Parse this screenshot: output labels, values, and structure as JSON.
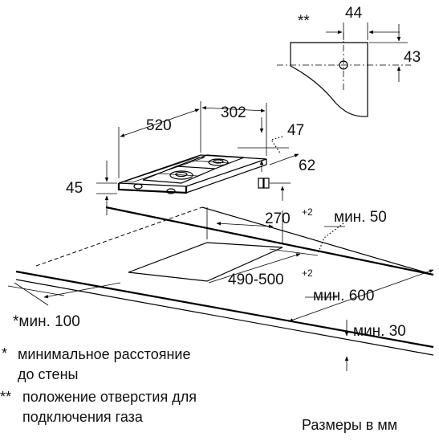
{
  "dimensions": {
    "d44": "44",
    "d43": "43",
    "stars": "**",
    "d520": "520",
    "d302": "302",
    "d47": "47",
    "d62": "62",
    "d45": "45",
    "d270": "270",
    "d270_tol": "+2",
    "min50": "мин. 50",
    "d490": "490-500",
    "d490_tol": "+2",
    "min600": "мин. 600",
    "min100": "*мин. 100",
    "min30": "мин. 30"
  },
  "notes": {
    "star1": "*",
    "line1": "минимальное расстояние",
    "line2": "до стены",
    "star2": "**",
    "line3": "положение отверстия для",
    "line4": "подключения газа",
    "units": "Размеры в мм"
  }
}
